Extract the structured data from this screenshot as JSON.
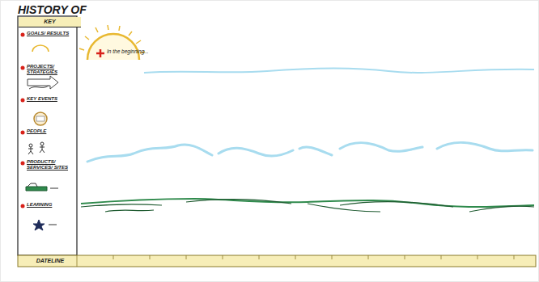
{
  "diagram": {
    "title": "HISTORY OF",
    "nodes": [
      {
        "text": [
          "KEY"
        ]
      },
      {
        "text": [
          "DATELINE"
        ]
      }
    ],
    "labels": [
      "In the beginning..."
    ],
    "legend": [
      {
        "text": "GOALS/ RESULTS"
      },
      {
        "text": "PROJECTS/ STRATEGIES"
      },
      {
        "text": "KEY EVENTS"
      },
      {
        "text": "PEOPLE"
      },
      {
        "text": "PRODUCTS/ SERVICES/ SITES"
      },
      {
        "text": "LEARNING"
      }
    ]
  }
}
